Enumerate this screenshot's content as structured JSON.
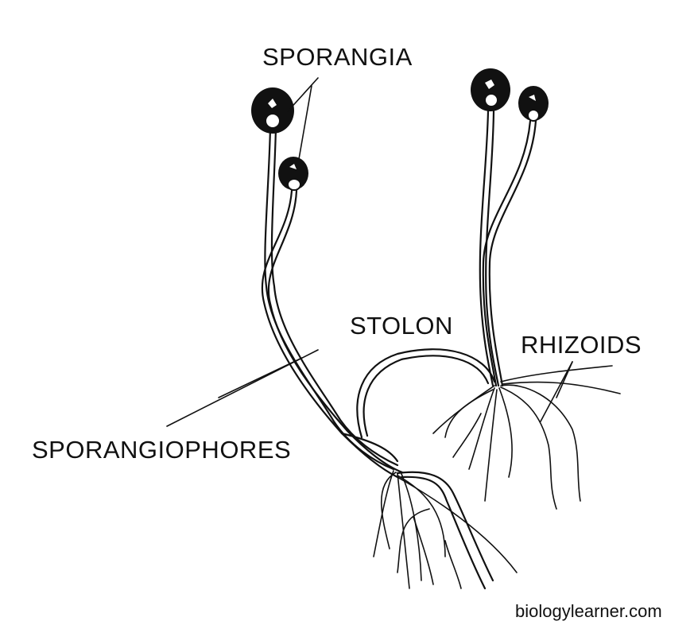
{
  "title": "Rhizopus structure",
  "labels": {
    "sporangia": "SPORANGIA",
    "stolon": "STOLON",
    "rhizoids": "RHIZOIDS",
    "sporangiophores": "SPORANGIOPHORES"
  },
  "watermark": "biologylearner.com"
}
